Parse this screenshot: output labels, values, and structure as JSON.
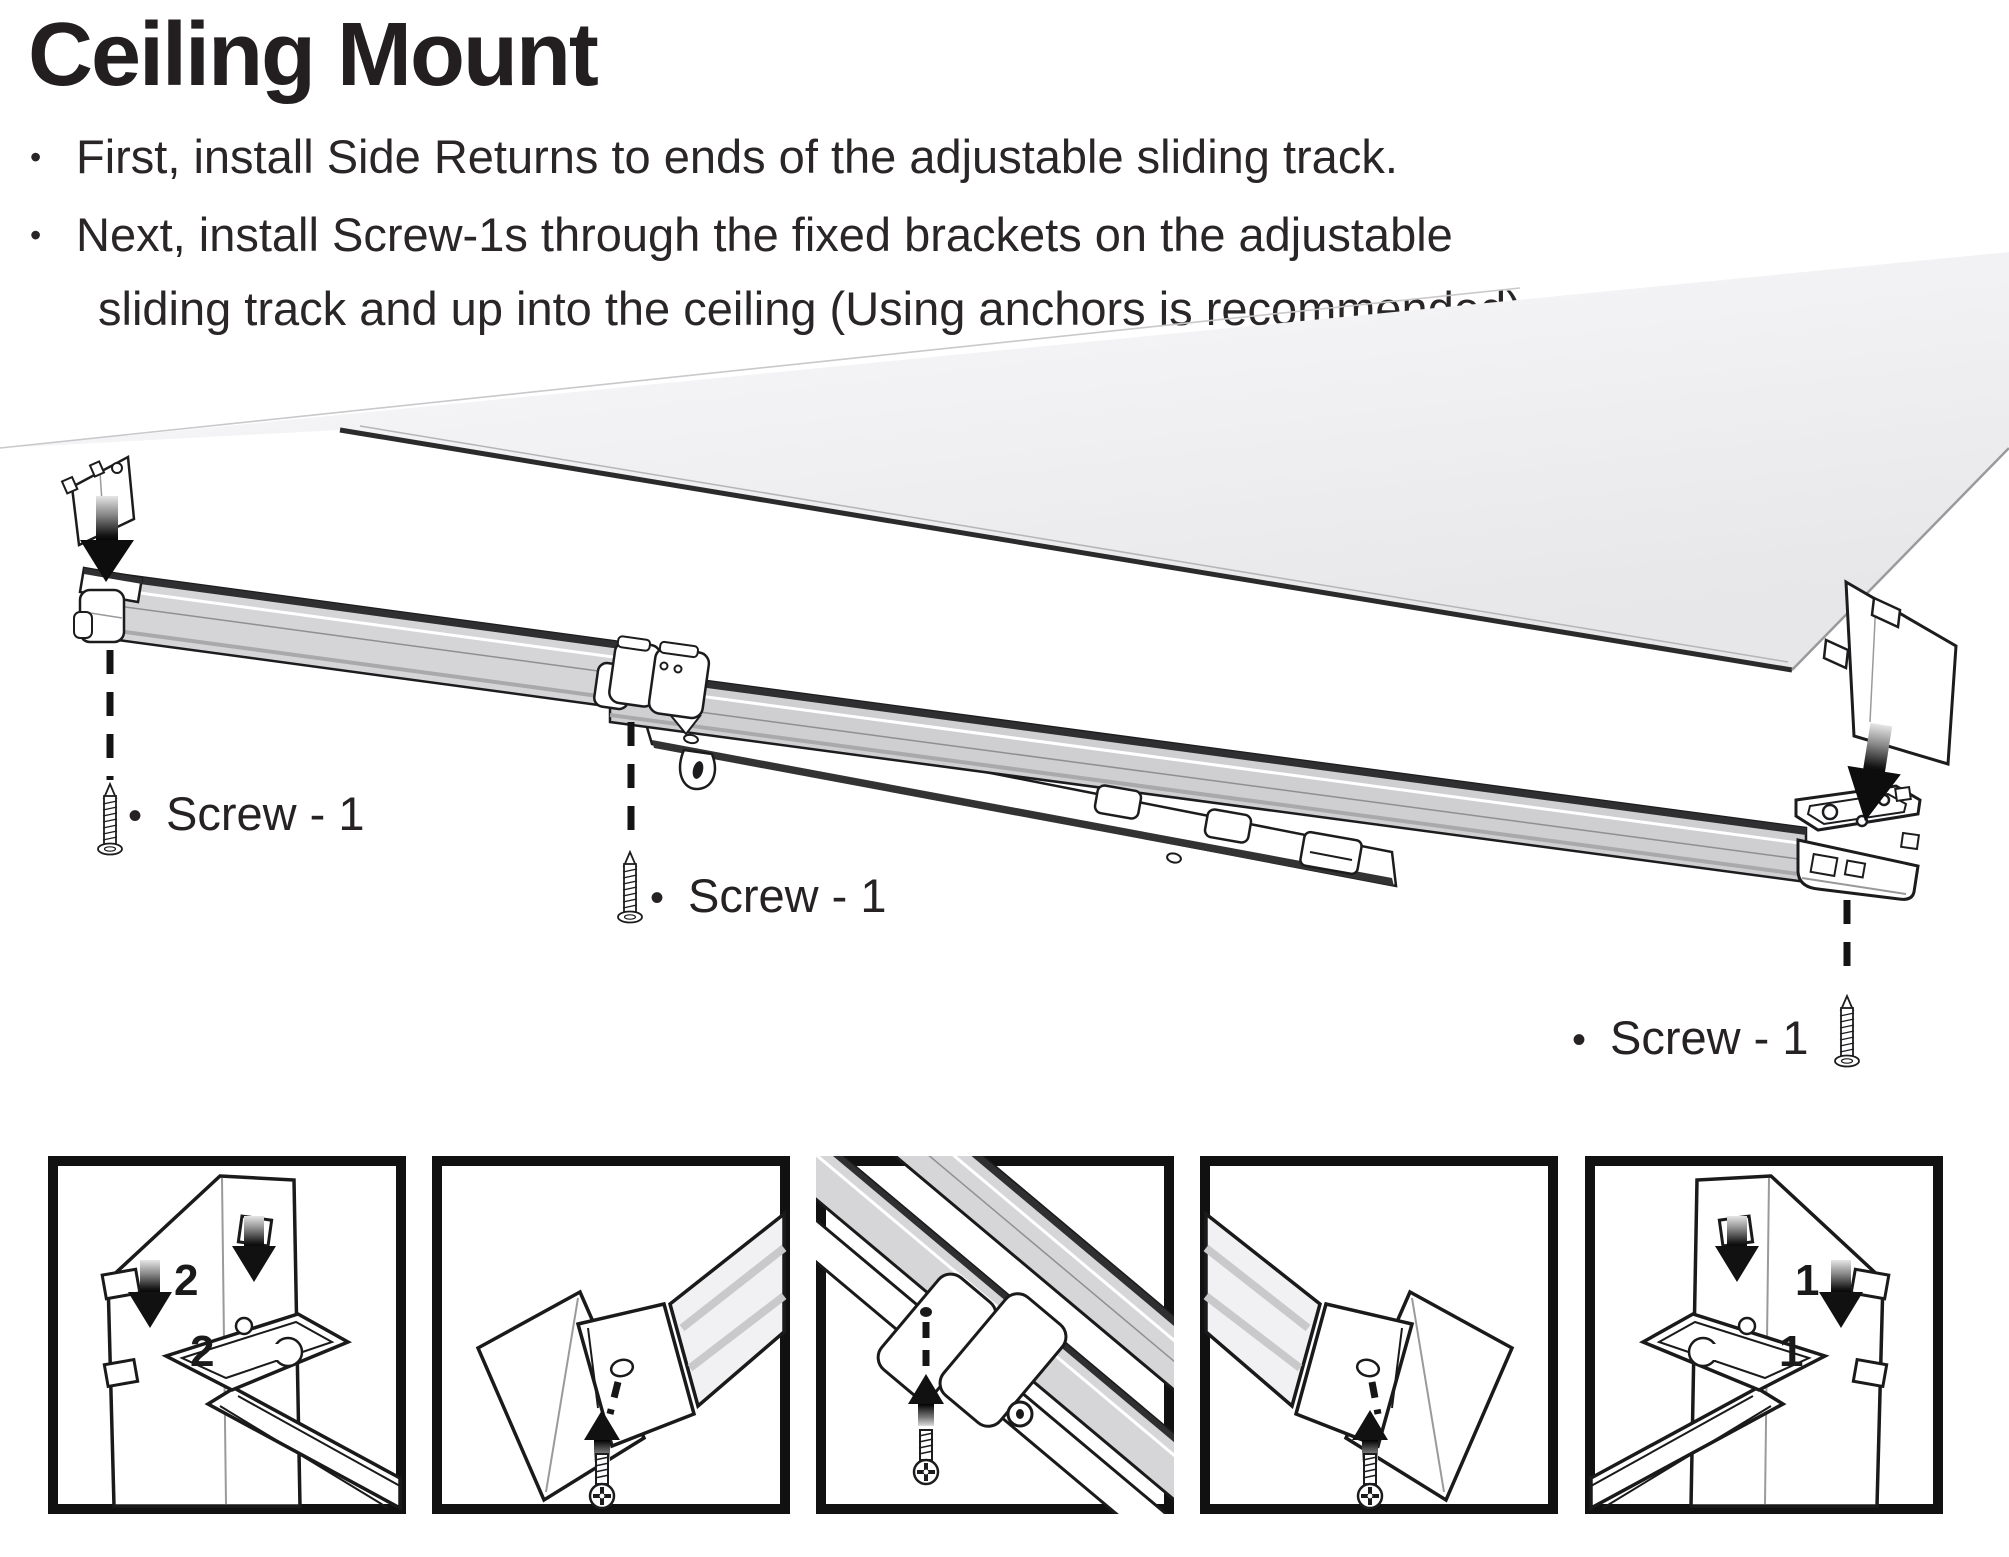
{
  "header": {
    "title": "Ceiling Mount"
  },
  "instructions": {
    "lines": [
      {
        "bullet": "•",
        "text": "First, install Side Returns to ends of the adjustable sliding track."
      },
      {
        "bullet": "•",
        "text": "Next, install Screw-1s through the fixed brackets on the adjustable"
      },
      {
        "bullet": "",
        "text": "sliding track and up into the ceiling (Using anchors is recommended)."
      }
    ]
  },
  "diagram": {
    "labels": [
      {
        "bullet": "•",
        "text": "Screw - 1"
      },
      {
        "bullet": "•",
        "text": "Screw - 1"
      },
      {
        "bullet": "•",
        "text": "Screw - 1"
      }
    ]
  },
  "thumbnails": {
    "items": [
      {
        "name": "attach-side-return-left",
        "numbers": [
          "2",
          "2"
        ]
      },
      {
        "name": "screw-through-left-end",
        "numbers": []
      },
      {
        "name": "screw-through-center",
        "numbers": []
      },
      {
        "name": "screw-through-right-end",
        "numbers": []
      },
      {
        "name": "attach-side-return-right",
        "numbers": [
          "1",
          "1"
        ]
      }
    ]
  },
  "colors": {
    "ink": "#231f20",
    "line": "#1c1c1e",
    "ceiling": "#ededef",
    "track": "#d2d2d4"
  }
}
